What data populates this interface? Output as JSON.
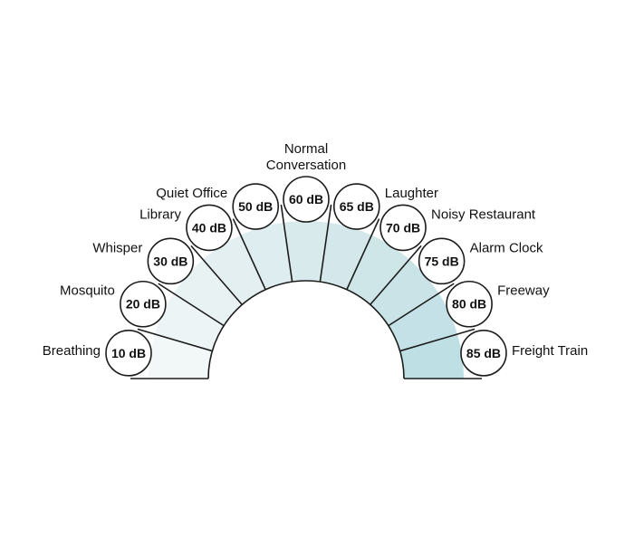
{
  "colors": {
    "line": "#1c1c1c",
    "badge_fill": "#ffffff",
    "text": "#111111",
    "fill_inner_start": "#eef7f8",
    "fill_inner_end": "#c9e4e8"
  },
  "levels": [
    {
      "db": "10 dB",
      "label": "Breathing"
    },
    {
      "db": "20 dB",
      "label": "Mosquito"
    },
    {
      "db": "30 dB",
      "label": "Whisper"
    },
    {
      "db": "40 dB",
      "label": "Library"
    },
    {
      "db": "50 dB",
      "label": "Quiet Office"
    },
    {
      "db": "60 dB",
      "label": "Normal Conversation",
      "label_lines": [
        "Normal",
        "Conversation"
      ]
    },
    {
      "db": "65 dB",
      "label": "Laughter"
    },
    {
      "db": "70 dB",
      "label": "Noisy Restaurant"
    },
    {
      "db": "75 dB",
      "label": "Alarm Clock"
    },
    {
      "db": "80 dB",
      "label": "Freeway"
    },
    {
      "db": "85 dB",
      "label": "Freight Train"
    }
  ]
}
